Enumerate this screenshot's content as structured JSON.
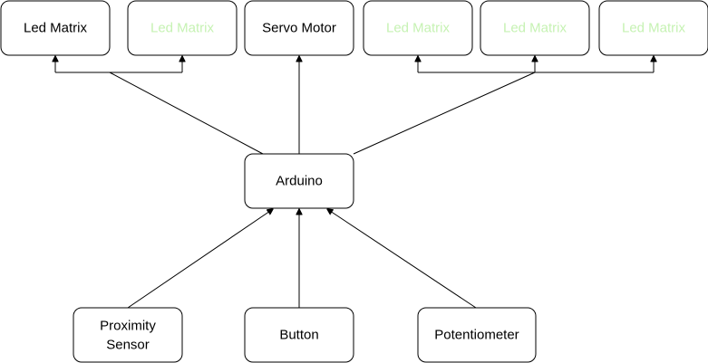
{
  "nodes": {
    "led_matrix_1": {
      "label": "Led Matrix"
    },
    "led_matrix_2": {
      "label": "Led Matrix"
    },
    "servo_motor": {
      "label": "Servo Motor"
    },
    "led_matrix_3": {
      "label": "Led Matrix"
    },
    "led_matrix_4": {
      "label": "Led Matrix"
    },
    "led_matrix_5": {
      "label": "Led Matrix"
    },
    "arduino": {
      "label": "Arduino"
    },
    "proximity_sensor": {
      "label_line1": "Proximity",
      "label_line2": "Sensor"
    },
    "button": {
      "label": "Button"
    },
    "potentiometer": {
      "label": "Potentiometer"
    }
  },
  "colors": {
    "stroke": "#000000",
    "text": "#000000",
    "muted_text": "#c6f2b3",
    "background": "#ffffff"
  }
}
